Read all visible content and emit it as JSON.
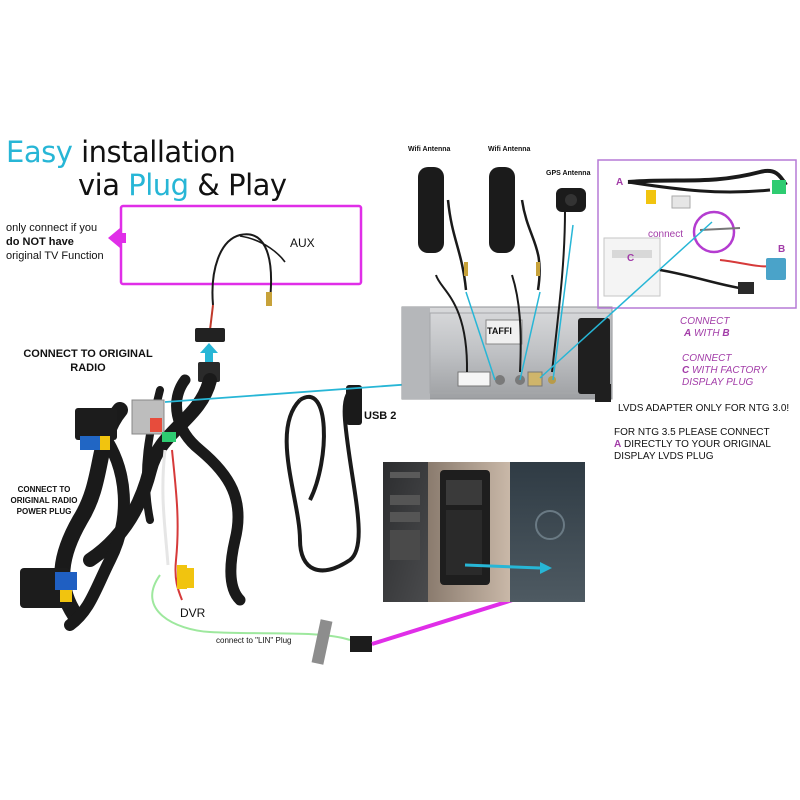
{
  "title": {
    "line1_highlight": "Easy",
    "line1_rest": " installation",
    "line2_prefix": "via ",
    "line2_highlight": "Plug",
    "line2_rest": " & Play"
  },
  "tv_note": {
    "line1": "only connect if you",
    "line2": "do NOT  have",
    "line3": "original TV Function"
  },
  "labels": {
    "aux": "AUX",
    "connect_original_radio": "CONNECT TO ORIGINAL RADIO",
    "connect_radio_power": "CONNECT TO ORIGINAL RADIO POWER PLUG",
    "usb2": "USB 2",
    "dvr": "DVR",
    "lin_plug": "connect to \"LIN\" Plug",
    "wifi_antenna_1": "Wifi Antenna",
    "wifi_antenna_2": "Wifi Antenna",
    "gps_antenna": "GPS Antenna",
    "unit_brand": "TAFFI",
    "inset_a": "A",
    "inset_b": "B",
    "inset_c": "C",
    "inset_connect": "connect"
  },
  "instructions": {
    "connect_ab_1": "CONNECT",
    "connect_ab_2a": "A",
    "connect_ab_2b": " WITH ",
    "connect_ab_2c": "B",
    "connect_c_1": "CONNECT",
    "connect_c_2a": "C",
    "connect_c_2b": " WITH FACTORY",
    "connect_c_3": "DISPLAY PLUG",
    "lvds_only": "LVDS ADAPTER ONLY FOR NTG 3.0!",
    "ntg35_1": "FOR NTG 3.5 PLEASE CONNECT",
    "ntg35_2a": "A",
    "ntg35_2b": " DIRECTLY TO YOUR ORIGINAL",
    "ntg35_3": "DISPLAY LVDS PLUG"
  },
  "colors": {
    "accent_cyan": "#27b6d6",
    "magenta": "#e02ee8",
    "frame_purple": "#b67ad6",
    "instruction_purple": "#a23ca8",
    "lin_green": "#9ee89e",
    "cable_black": "#1a1a1a"
  }
}
